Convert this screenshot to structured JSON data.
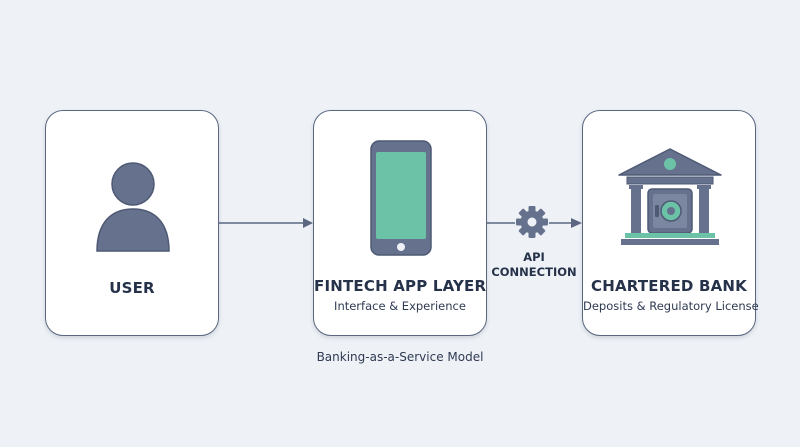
{
  "nodes": {
    "user": {
      "title": "USER"
    },
    "app": {
      "title": "FINTECH APP LAYER",
      "subtitle": "Interface & Experience"
    },
    "bank": {
      "title": "CHARTERED BANK",
      "subtitle": "Deposits & Regulatory License"
    }
  },
  "connection": {
    "line1": "API",
    "line2": "CONNECTION"
  },
  "footer": "Banking-as-a-Service Model",
  "icons": {
    "user": "user-icon",
    "app": "smartphone-icon",
    "gear": "gear-icon",
    "bank": "bank-vault-icon"
  },
  "colors": {
    "background": "#eef2f7",
    "card": "#ffffff",
    "outline": "#5b6781",
    "icon_fill": "#65718d",
    "accent": "#6bc2a6",
    "text": "#26324a"
  }
}
